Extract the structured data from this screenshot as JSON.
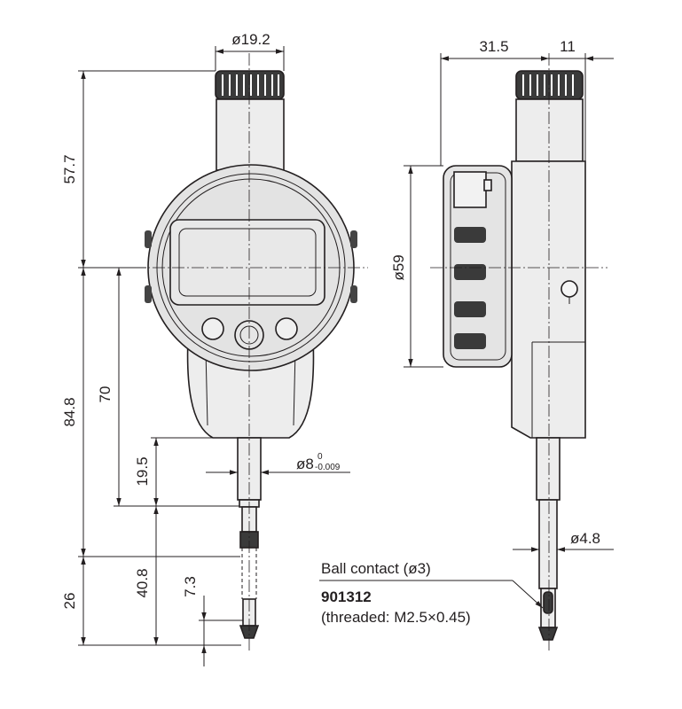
{
  "front_view": {
    "dims": {
      "cap_diameter": "ø19.2",
      "top_height": "57.7",
      "lower_height": "84.8",
      "stroke_70": "70",
      "stem_19_5": "19.5",
      "stem_diameter_main": "ø8",
      "stem_tol_upper": "0",
      "stem_tol_lower": "-0.009",
      "len_40_8": "40.8",
      "len_26": "26",
      "len_7_3": "7.3"
    }
  },
  "side_view": {
    "dims": {
      "depth_31_5": "31.5",
      "depth_11": "11",
      "dial_diameter": "ø59",
      "spindle_diameter": "ø4.8"
    }
  },
  "contact_note": {
    "line1": "Ball contact (ø3)",
    "part_number": "901312",
    "line3": "(threaded: M2.5×0.45)"
  },
  "colors": {
    "line": "#231f20",
    "body": "#ededed",
    "face": "#f5f5f5"
  }
}
